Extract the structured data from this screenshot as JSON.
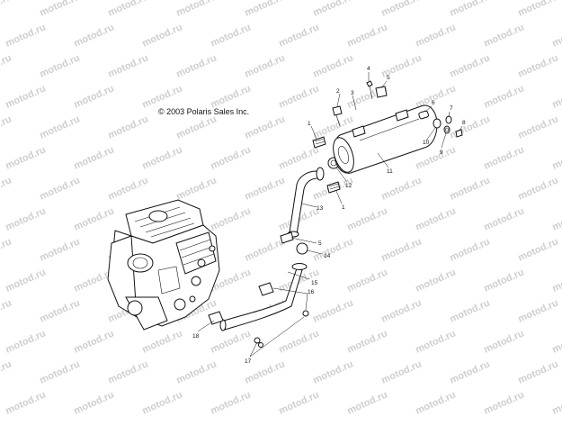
{
  "copyright": "© 2003 Polaris Sales Inc.",
  "watermark_text": "motod.ru",
  "callouts": [
    "1",
    "2",
    "3",
    "4",
    "5",
    "6",
    "7",
    "8",
    "9",
    "10",
    "11",
    "12",
    "13",
    "1",
    "5",
    "14",
    "15",
    "16",
    "17",
    "18"
  ]
}
